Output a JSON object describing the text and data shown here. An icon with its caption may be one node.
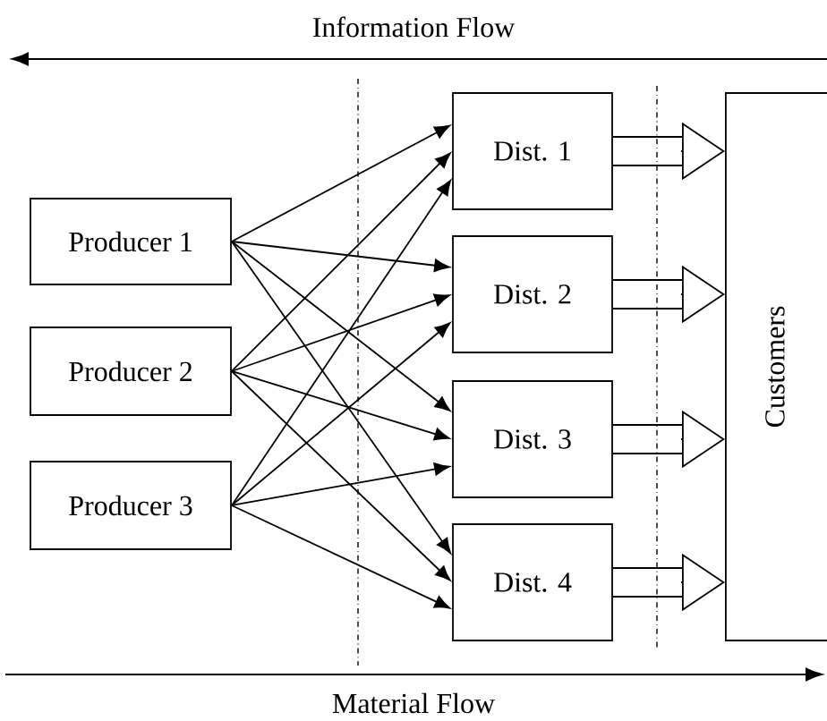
{
  "diagram": {
    "nodes": [
      {
        "text": [
          "Producer 1"
        ]
      },
      {
        "text": [
          "Producer 2"
        ]
      },
      {
        "text": [
          "Producer 3"
        ]
      },
      {
        "text": [
          "Dist. 1"
        ]
      },
      {
        "text": [
          "Dist. 2"
        ]
      },
      {
        "text": [
          "Dist. 3"
        ]
      },
      {
        "text": [
          "Dist. 4"
        ]
      },
      {
        "text": [
          "Customers"
        ]
      }
    ],
    "edges": [
      {
        "from": 0,
        "to": 3,
        "arrow": "to"
      },
      {
        "from": 0,
        "to": 4,
        "arrow": "to"
      },
      {
        "from": 0,
        "to": 5,
        "arrow": "to"
      },
      {
        "from": 0,
        "to": 6,
        "arrow": "to"
      },
      {
        "from": 1,
        "to": 3,
        "arrow": "to"
      },
      {
        "from": 1,
        "to": 4,
        "arrow": "to"
      },
      {
        "from": 1,
        "to": 5,
        "arrow": "to"
      },
      {
        "from": 1,
        "to": 6,
        "arrow": "to"
      },
      {
        "from": 2,
        "to": 3,
        "arrow": "to"
      },
      {
        "from": 2,
        "to": 4,
        "arrow": "to"
      },
      {
        "from": 2,
        "to": 5,
        "arrow": "to"
      },
      {
        "from": 2,
        "to": 6,
        "arrow": "to"
      },
      {
        "from": 3,
        "to": 7,
        "arrow": "to"
      },
      {
        "from": 4,
        "to": 7,
        "arrow": "to"
      },
      {
        "from": 5,
        "to": 7,
        "arrow": "to"
      },
      {
        "from": 6,
        "to": 7,
        "arrow": "to"
      }
    ],
    "labels": [
      "Information Flow",
      "Material Flow"
    ]
  }
}
